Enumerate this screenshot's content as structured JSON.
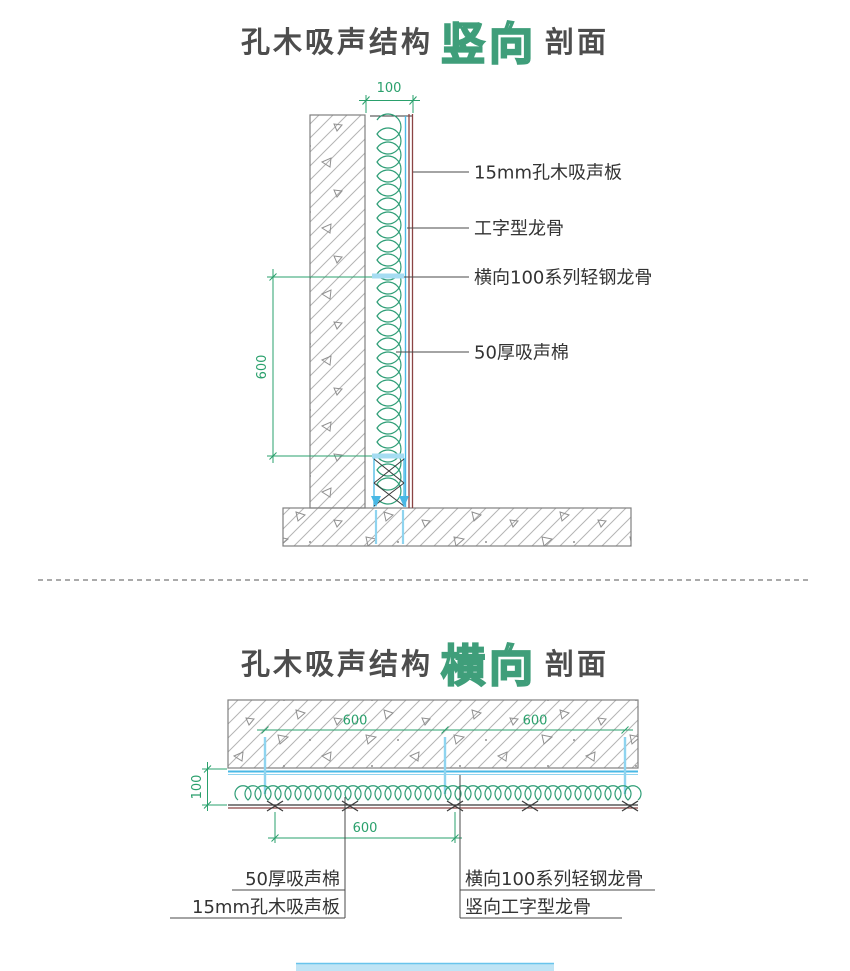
{
  "page": {
    "background": "#ffffff"
  },
  "colors": {
    "title_text": "#4d4d4d",
    "title_accent_outline": "#3f9e7a",
    "dimension_green": "#2aa06c",
    "coil_green": "#2f9e77",
    "keel_blue": "#49b8e5",
    "panel_maroon": "#8a4444",
    "label_text": "#333333"
  },
  "vertical_section": {
    "title": {
      "prefix": "孔木吸声结构",
      "highlight": "竖向",
      "suffix": "剖面"
    },
    "dimensions": {
      "panel_depth": "100",
      "keel_spacing": "600"
    },
    "labels": {
      "panel": "15mm孔木吸声板",
      "i_keel": "工字型龙骨",
      "steel_keel": "横向100系列轻钢龙骨",
      "cotton": "50厚吸声棉"
    }
  },
  "horizontal_section": {
    "title": {
      "prefix": "孔木吸声结构",
      "highlight": "横向",
      "suffix": "剖面"
    },
    "dimensions": {
      "bay_left": "600",
      "bay_right": "600",
      "assembly_depth": "100",
      "keel_spacing": "600"
    },
    "labels": {
      "cotton": "50厚吸声棉",
      "panel": "15mm孔木吸声板",
      "steel_keel": "横向100系列轻钢龙骨",
      "vertical_i_keel": "竖向工字型龙骨"
    }
  }
}
